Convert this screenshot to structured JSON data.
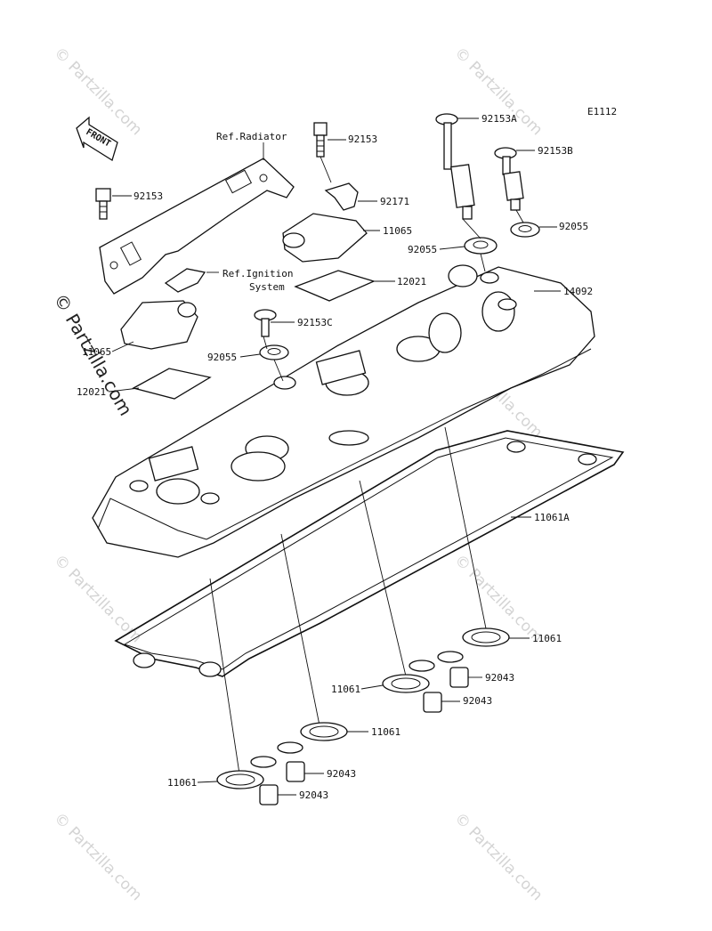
{
  "diagram_code": "E1112",
  "front_label": "FRONT",
  "watermark_text": "© Partzilla.com",
  "watermark_side_text": "© Partzilla.com",
  "refs": {
    "radiator": "Ref.Radiator",
    "ignition_line1": "Ref.Ignition",
    "ignition_line2": "System"
  },
  "callouts": {
    "bolt_top": "92153",
    "bolt_left": "92153",
    "bolt_a": "92153A",
    "bolt_b": "92153B",
    "bolt_c": "92153C",
    "bracket": "92171",
    "breather_right": "11065",
    "breather_left": "11065",
    "reed_right": "12021",
    "reed_left": "12021",
    "washer_right_1": "92055",
    "washer_right_2": "92055",
    "washer_left": "92055",
    "head_cover": "14092",
    "gasket_main": "11061A",
    "gasket_plug_1": "11061",
    "gasket_plug_2": "11061",
    "gasket_plug_3": "11061",
    "gasket_plug_4": "11061",
    "collar_1": "92043",
    "collar_2": "92043",
    "collar_3": "92043",
    "collar_4": "92043"
  }
}
